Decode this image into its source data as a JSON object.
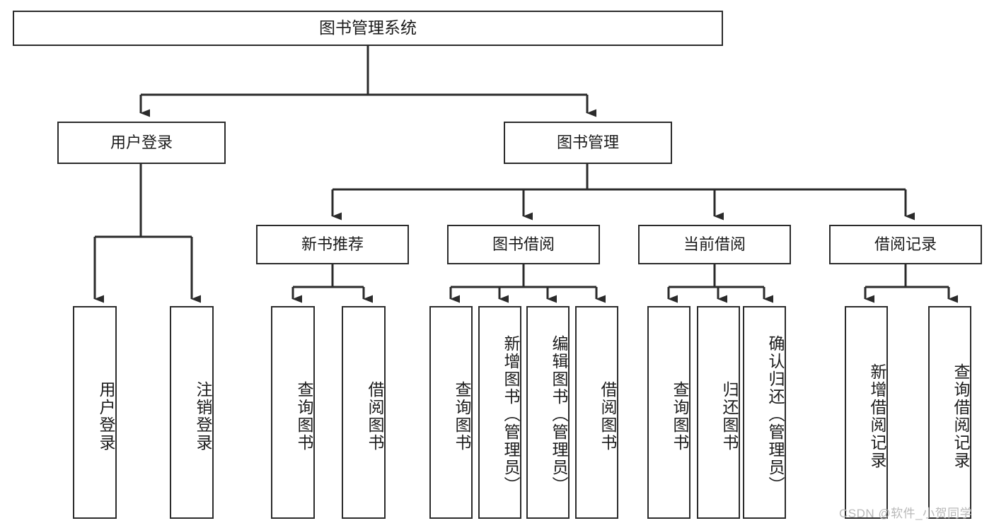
{
  "diagram": {
    "title": "图书管理系统",
    "type": "tree-hierarchy",
    "root": {
      "label": "图书管理系统"
    },
    "level2": [
      {
        "label": "用户登录"
      },
      {
        "label": "图书管理"
      }
    ],
    "level3": [
      {
        "label": "新书推荐"
      },
      {
        "label": "图书借阅"
      },
      {
        "label": "当前借阅"
      },
      {
        "label": "借阅记录"
      }
    ],
    "leaves": {
      "user_login": [
        {
          "label": "用户登录"
        },
        {
          "label": "注销登录"
        }
      ],
      "new_book_recommend": [
        {
          "label": "查询图书"
        },
        {
          "label": "借阅图书"
        }
      ],
      "book_borrow": [
        {
          "label": "查询图书"
        },
        {
          "label": "新增图书（管理员）"
        },
        {
          "label": "编辑图书（管理员）"
        },
        {
          "label": "借阅图书"
        }
      ],
      "current_borrow": [
        {
          "label": "查询图书"
        },
        {
          "label": "归还图书"
        },
        {
          "label": "确认归还（管理员）"
        }
      ],
      "borrow_record": [
        {
          "label": "新增借阅记录"
        },
        {
          "label": "查询借阅记录"
        }
      ]
    }
  },
  "watermark": {
    "text": "CSDN @软件_小贺同学"
  },
  "colors": {
    "background": "#ffffff",
    "box_border": "#2b2b2b",
    "box_fill": "#ffffff",
    "text": "#1c1c1c",
    "edge": "#2b2b2b",
    "watermark": "#b9b9b9"
  }
}
